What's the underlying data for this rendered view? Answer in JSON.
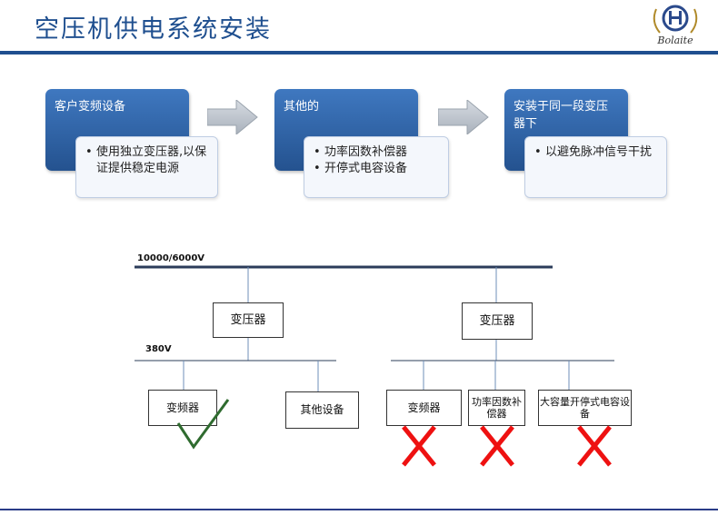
{
  "title": "空压机供电系统安装",
  "logo": {
    "text": "Bolaite"
  },
  "stages": [
    {
      "heading": "客户变频设备",
      "bullets": [
        "使用独立变压器,以保证提供稳定电源"
      ]
    },
    {
      "heading": "其他的",
      "bullets": [
        "功率因数补偿器",
        "开停式电容设备"
      ]
    },
    {
      "heading": "安装于同一段变压器下",
      "bullets": [
        "以避免脉冲信号干扰"
      ]
    }
  ],
  "diagram": {
    "high_voltage_label": "10000/6000V",
    "low_voltage_label": "380V",
    "transformer_left": "变压器",
    "transformer_right": "变压器",
    "left_loads": [
      "变频器",
      "其他设备"
    ],
    "right_loads": [
      "变频器",
      "功率因数补偿器",
      "大容量开停式电容设备"
    ],
    "mark_colors": {
      "ok": "#2f6b2f",
      "bad": "#ee1111"
    }
  }
}
